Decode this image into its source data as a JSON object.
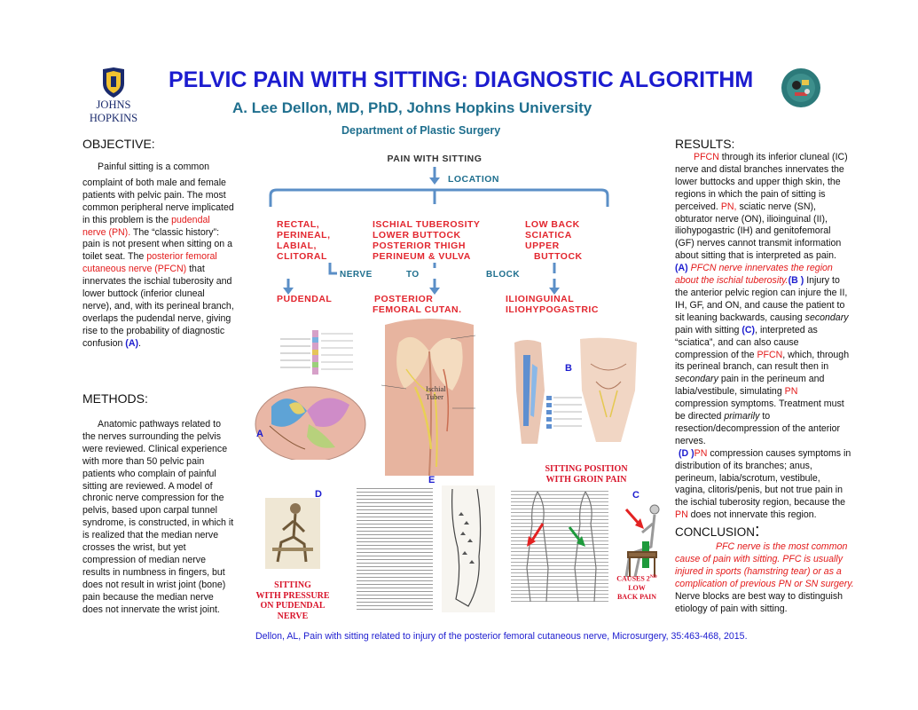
{
  "header": {
    "title": "PELVIC PAIN WITH SITTING: DIAGNOSTIC ALGORITHM",
    "author": "A. Lee Dellon, MD, PhD, Johns Hopkins University",
    "department": "Department of Plastic Surgery",
    "logo_text": "JOHNS HOPKINS"
  },
  "objective": {
    "heading": "OBJECTIVE:",
    "p1": "Painful sitting is a common",
    "p2": "complaint of both male and female patients with pelvic pain. The most common peripheral nerve implicated in this problem is the ",
    "pn": "pudendal nerve (PN).",
    "p3": " The “classic history”: pain is not present when sitting on a toilet seat. The ",
    "pfcn": "posterior femoral cutaneous nerve (PFCN)",
    "p4": " that innervates the ischial tuberosity and lower buttock (inferior cluneal nerve), and, with its perineal branch, overlaps the pudendal nerve, giving rise to the probability of diagnostic confusion ",
    "ref": "(A)",
    "p5": "."
  },
  "methods": {
    "heading": "METHODS:",
    "text": "Anatomic pathways related to the nerves surrounding the pelvis were reviewed. Clinical experience with more than 50 pelvic pain patients who complain of painful sitting are reviewed. A model of chronic nerve compression for the pelvis, based upon carpal tunnel syndrome, is constructed, in which it is realized that the median nerve crosses the wrist, but yet compression of median nerve results in numbness in fingers, but does not result in wrist joint (bone) pain because the median nerve does not innervate the wrist joint."
  },
  "results": {
    "heading": "RESULTS:",
    "s1": "PFCN",
    "s2": " through its inferior cluneal (IC) nerve and distal branches innervates the lower buttocks and upper thigh skin, the regions in which the pain of sitting is perceived. ",
    "s3": "PN,",
    "s4": " sciatic nerve (SN), obturator nerve (ON), ilioinguinal (II), iliohypogastric (IH) and genitofemoral (GF) nerves cannot transmit information about sitting that is interpreted as pain.",
    "a_label": "(A)",
    "a_text": " PFCN nerve innervates the region about the ischial tuberosity.",
    "b_label": "(B )",
    "b_text": " Injury to the anterior pelvic region can injure the II, IH, GF, and ON, and cause the patient to sit leaning backwards, causing ",
    "secondary1": "secondary",
    "b_text2": " pain with sitting ",
    "c_label": "(C)",
    "c_text": ", interpreted as “sciatica”, and can also cause compression of the ",
    "pfcn2": "PFCN",
    "c_text2": ", which, through its perineal branch, can result then in ",
    "secondary2": "secondary",
    "c_text3": " pain in the perineum and labia/vestibule, simulating ",
    "pn2": "PN",
    "c_text4": " compression symptoms. Treatment must be directed ",
    "primarily": "primarily",
    "c_text5": " to resection/decompression of the anterior nerves.",
    "d_label": "(D )",
    "pn3": "PN",
    "d_text": " compression causes symptoms in distribution of its branches; anus, perineum, labia/scrotum, vestibule, vagina, clitoris/penis, but not true pain in the ischial tuberosity region, because the ",
    "pn4": "PN",
    "d_text2": " does not innervate this region."
  },
  "conclusion": {
    "heading": "CONCLUSION",
    "colon": ":",
    "italic": "PFC nerve is the most common cause of pain with sitting. PFC is usually injured in sports (hamstring tear) or as a complication of previous PN or SN surgery.",
    "text": " Nerve blocks are best way to distinguish etiology of pain with sitting."
  },
  "flowchart": {
    "top": "PAIN WITH SITTING",
    "location": "LOCATION",
    "col1": [
      "RECTAL,",
      "PERINEAL,",
      "LABIAL,",
      "CLITORAL"
    ],
    "col2": [
      "ISCHIAL TUBEROSITY",
      "LOWER BUTTOCK",
      "POSTERIOR THIGH",
      "PERINEUM & VULVA"
    ],
    "col3": [
      "LOW BACK",
      "SCIATICA",
      "UPPER",
      "BUTTOCK"
    ],
    "nerve": "NERVE",
    "to": "TO",
    "block": "BLOCK",
    "res1": "PUDENDAL",
    "res2a": "POSTERIOR",
    "res2b": "FEMORAL CUTAN.",
    "res3a": "ILIOINGUINAL",
    "res3b": "ILIOHYPOGASTRIC"
  },
  "figures": {
    "label_a": "A",
    "label_b": "B",
    "label_c": "C",
    "label_d": "D",
    "label_e": "E",
    "ischial_tuber": "Ischial Tuber",
    "cap_groin_1": "SITTING POSITION",
    "cap_groin_2": "WITH GROIN PAIN",
    "cap_pressure_1": "SITTING",
    "cap_pressure_2": "WITH PRESSURE",
    "cap_pressure_3": "ON PUDENDAL",
    "cap_pressure_4": "NERVE",
    "cap_back_1": "CAUSES 2",
    "cap_back_sup": "ND",
    "cap_back_2": "LOW",
    "cap_back_3": "BACK PAIN"
  },
  "citation": "Dellon, AL, Pain with sitting related to injury of the posterior femoral cutaneous nerve, Microsurgery, 35:463-468, 2015.",
  "colors": {
    "title_blue": "#1c1ccf",
    "author_teal": "#1f6f8e",
    "flow_red": "#e2262e",
    "flow_blue": "#5b8fc7",
    "highlight_red": "#e31a1a"
  }
}
